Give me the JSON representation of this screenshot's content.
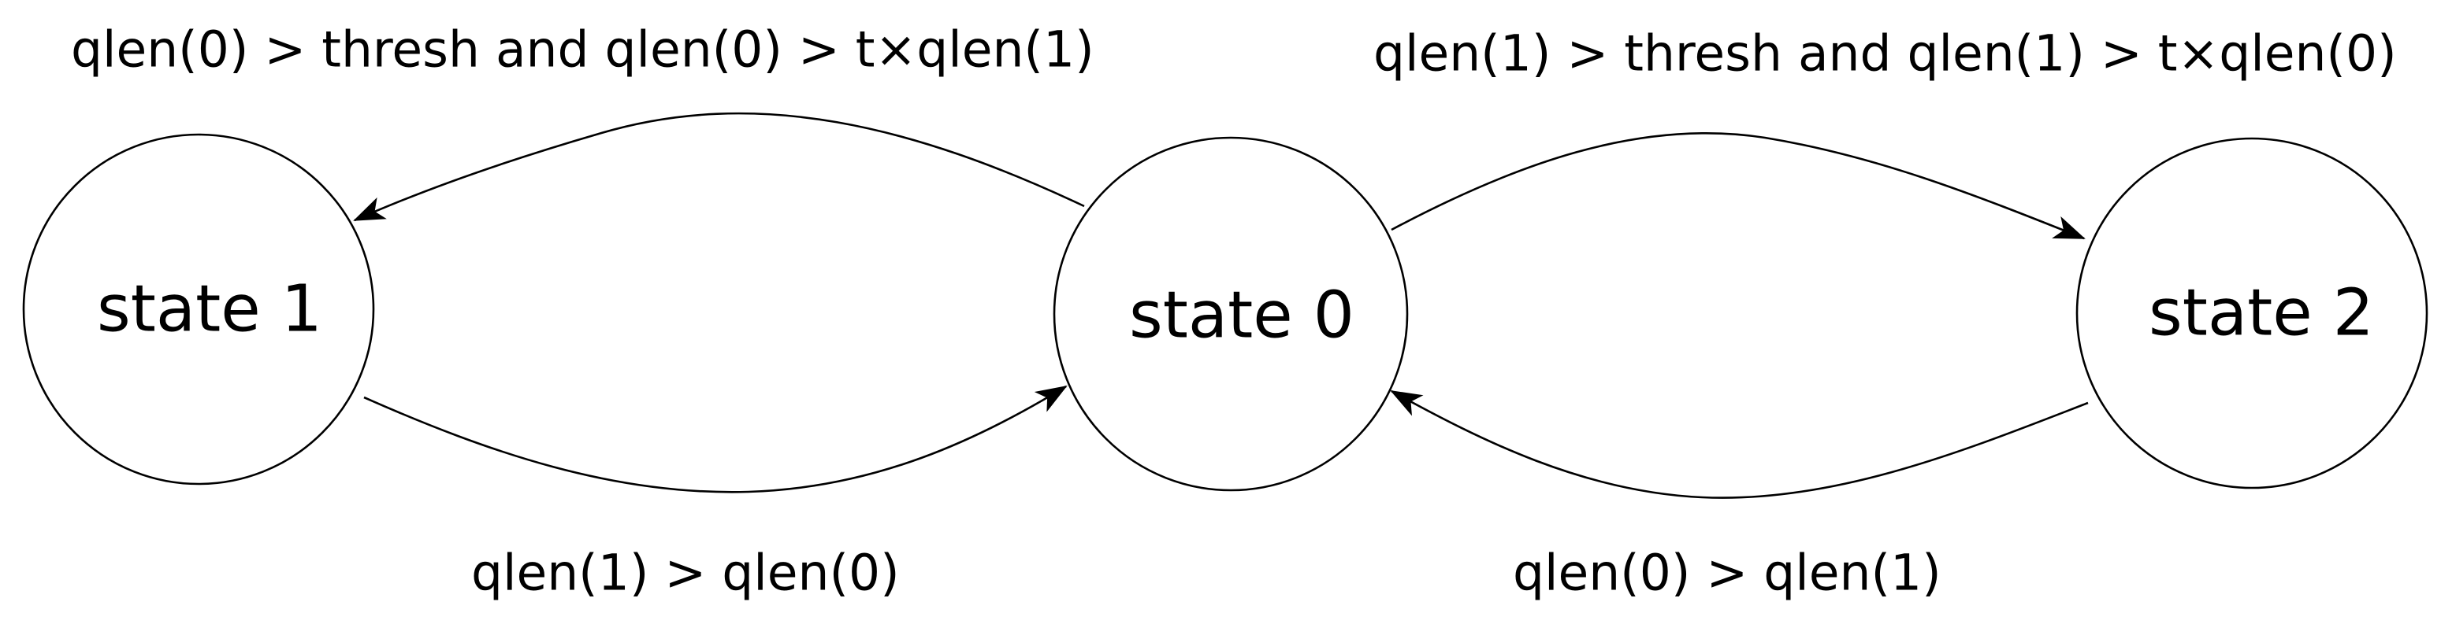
{
  "nodes": {
    "state1": {
      "label": "state 1"
    },
    "state0": {
      "label": "state 0"
    },
    "state2": {
      "label": "state 2"
    }
  },
  "edges": {
    "s0_to_s1": {
      "from": "state 0",
      "to": "state 1",
      "label": "qlen(0) > thresh and qlen(0) > t×qlen(1)"
    },
    "s0_to_s2": {
      "from": "state 0",
      "to": "state 2",
      "label": "qlen(1) > thresh and qlen(1) > t×qlen(0)"
    },
    "s1_to_s0": {
      "from": "state 1",
      "to": "state 0",
      "label": "qlen(1) > qlen(0)"
    },
    "s2_to_s0": {
      "from": "state 2",
      "to": "state 0",
      "label": "qlen(0) > qlen(1)"
    }
  },
  "colors": {
    "stroke": "#000000",
    "background": "#ffffff"
  }
}
